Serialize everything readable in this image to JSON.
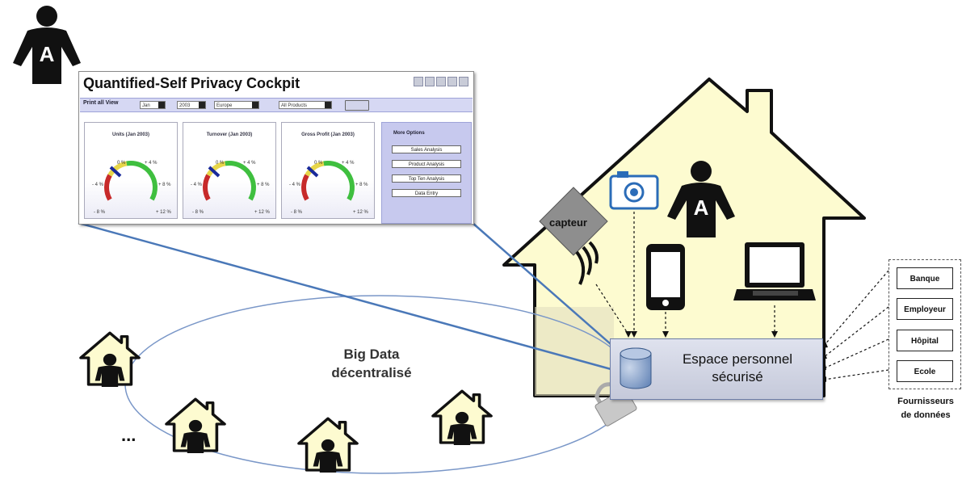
{
  "cockpit": {
    "title": "Quantified-Self Privacy Cockpit",
    "filter_label": "Print all View",
    "dropdowns": [
      "Jan",
      "2003",
      "Europe",
      "All Products"
    ],
    "gauges": [
      {
        "title": "Units (Jan 2003)",
        "labels": [
          "0 %",
          "+ 4 %",
          "- 4 %",
          "+ 8 %",
          "- 8 %",
          "+ 12 %"
        ]
      },
      {
        "title": "Turnover (Jan 2003)",
        "labels": [
          "0 %",
          "+ 4 %",
          "- 4 %",
          "+ 8 %",
          "- 8 %",
          "+ 12 %"
        ]
      },
      {
        "title": "Gross Profit (Jan 2003)",
        "labels": [
          "0 %",
          "+ 4 %",
          "- 4 %",
          "+ 8 %",
          "- 8 %",
          "+ 12 %"
        ]
      }
    ],
    "more_options": {
      "title": "More Options",
      "buttons": [
        "Sales Analysis",
        "Product Analysis",
        "Top Ten Analysis",
        "Data Entry"
      ]
    }
  },
  "avatar_letter": "A",
  "house": {
    "capteur_label": "capteur"
  },
  "espace": {
    "line1": "Espace personnel",
    "line2": "sécurisé"
  },
  "providers": {
    "items": [
      "Banque",
      "Employeur",
      "Hôpital",
      "Ecole"
    ],
    "label_line1": "Fournisseurs",
    "label_line2": "de données"
  },
  "bigdata": {
    "line1": "Big Data",
    "line2": "décentralisé"
  },
  "ellipsis": "...",
  "colors": {
    "house_fill": "#fdfbd0",
    "espace_border": "#6e7ea8",
    "connector_blue": "#4a78b8",
    "ring": "#7a97c8"
  }
}
